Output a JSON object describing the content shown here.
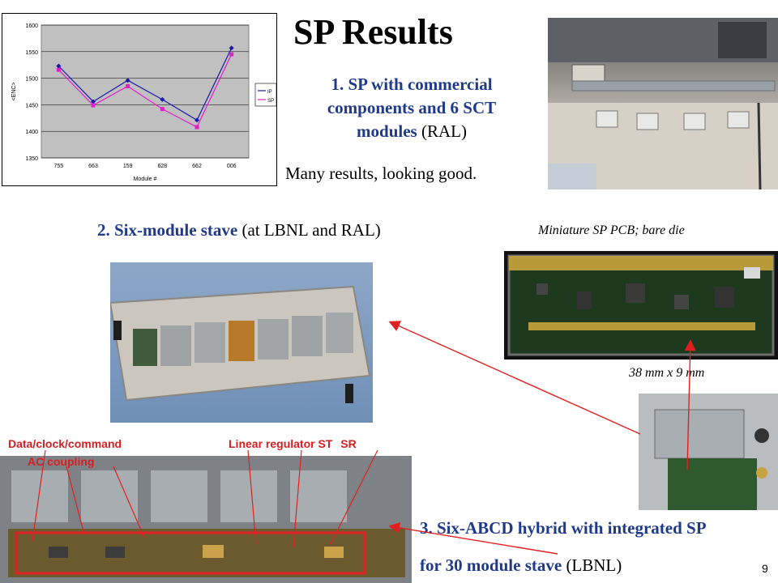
{
  "slide": {
    "title": "SP Results",
    "page_number": "9",
    "item1": {
      "lines": [
        "1. SP with commercial",
        "components and 6 SCT",
        "modules"
      ],
      "suffix": "(RAL)",
      "note": "Many results, looking good."
    },
    "item2": {
      "bold": "2. Six-module stave",
      "rest": "(at LBNL and RAL)"
    },
    "item3": {
      "line1": "3. Six-ABCD hybrid with integrated SP",
      "line2_bold": "for 30 module stave",
      "line2_rest": "(LBNL)"
    },
    "mini_caption": "Miniature SP PCB; bare die",
    "mini_dims": "38 mm x 9 mm",
    "labels": {
      "data_clock": "Data/clock/command",
      "ac_coupling": "AC coupling",
      "linear_reg": "Linear regulator ST",
      "sr": "SR"
    },
    "colors": {
      "heading_blue": "#1f3a8a",
      "label_red": "#d42020",
      "ip_series": "#1a1aa8",
      "sp_series": "#e020c8"
    }
  },
  "chart_data": {
    "type": "line",
    "ylabel": "<ENC>",
    "xlabel": "Module #",
    "categories": [
      "755",
      "663",
      "159",
      "628",
      "662",
      "006"
    ],
    "ylim": [
      1350,
      1600
    ],
    "yticks": [
      1350,
      1400,
      1450,
      1500,
      1550,
      1600
    ],
    "grid": true,
    "legend_position": "right",
    "series": [
      {
        "name": "IP",
        "color": "#1a1aa8",
        "marker": "diamond",
        "values": [
          1523,
          1456,
          1496,
          1460,
          1421,
          1557
        ]
      },
      {
        "name": "SP",
        "color": "#e020c8",
        "marker": "square",
        "values": [
          1516,
          1449,
          1485,
          1442,
          1408,
          1545
        ]
      }
    ]
  }
}
